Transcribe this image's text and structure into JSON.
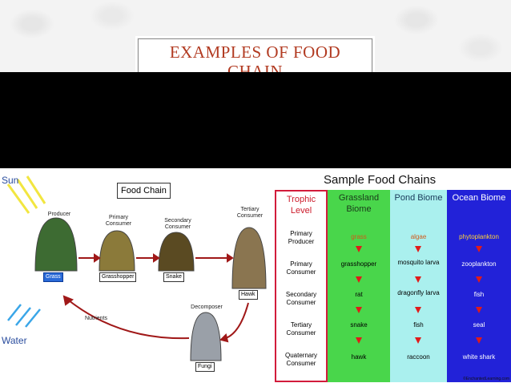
{
  "slide": {
    "title_line1": "EXAMPLES OF FOOD",
    "title_line2": "CHAIN"
  },
  "food_chain": {
    "title": "Food Chain",
    "sun": "Sun",
    "water": "Water",
    "producer": "Producer",
    "primary": "Primary Consumer",
    "secondary": "Secondary Consumer",
    "tertiary": "Tertiary Consumer",
    "decomposer": "Decomposer",
    "nutrients": "Nutrients",
    "grass": "Grass",
    "grasshopper": "Grasshopper",
    "snake": "Snake",
    "hawk": "Hawk",
    "fungi": "Fungi"
  },
  "sample": {
    "title": "Sample Food Chains",
    "headers": {
      "trophic": "Trophic Level",
      "grassland": "Grassland Biome",
      "pond": "Pond Biome",
      "ocean": "Ocean Biome"
    },
    "levels": [
      "Primary Producer",
      "Primary Consumer",
      "Secondary Consumer",
      "Tertiary Consumer",
      "Quaternary Consumer"
    ],
    "grassland": [
      "grass",
      "grasshopper",
      "rat",
      "snake",
      "hawk"
    ],
    "pond": [
      "algae",
      "mosquito larva",
      "dragonfly larva",
      "fish",
      "raccoon"
    ],
    "ocean": [
      "phytoplankton",
      "zooplankton",
      "fish",
      "seal",
      "white shark"
    ],
    "credit": "©EnchantedLearning.com"
  },
  "colors": {
    "title": "#b23b22",
    "trophic_border": "#d21b3b",
    "grassland": "#49d64b",
    "pond": "#aaf0ee",
    "ocean": "#2222d8"
  }
}
